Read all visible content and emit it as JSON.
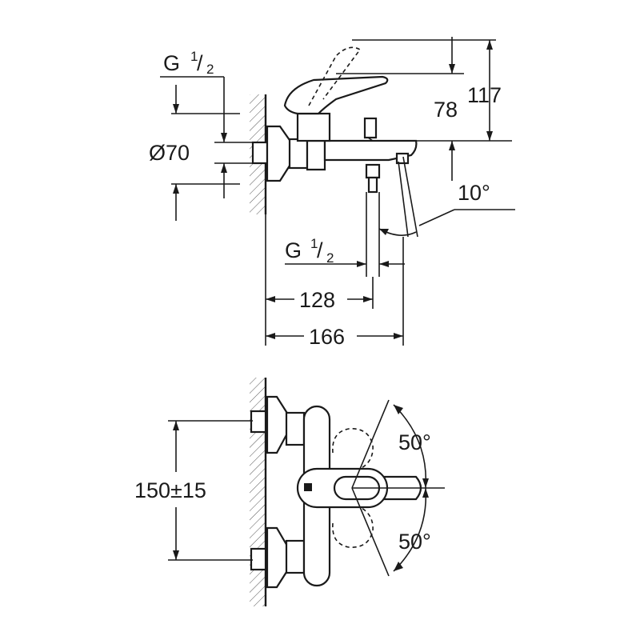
{
  "side_view": {
    "inlet_thread": {
      "prefix": "G",
      "num": "1",
      "den": "2"
    },
    "flange_diameter": "Ø70",
    "height_inner": "78",
    "height_outer": "117",
    "spout_angle": "10°",
    "outlet_thread": {
      "prefix": "G",
      "num": "1",
      "den": "2"
    },
    "projection_inner": "128",
    "projection_outer": "166"
  },
  "front_view": {
    "center_distance": "150±15",
    "lever_angle_up": "50°",
    "lever_angle_down": "50°"
  }
}
